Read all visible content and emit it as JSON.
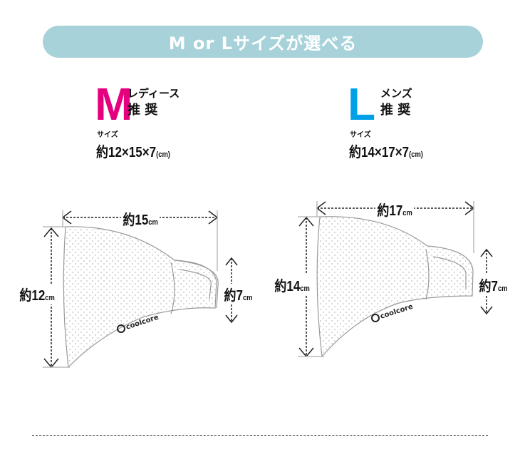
{
  "banner": {
    "title": "M or Lサイズが選べる"
  },
  "sizes": [
    {
      "letter": "M",
      "target": "レディース",
      "recommend": "推 奨",
      "size_label": "サイズ",
      "dimensions": "約12×15×7",
      "unit": "(cm)",
      "width": "約15",
      "height": "約12",
      "depth": "約7",
      "cm": "cm",
      "color": "#e4007f",
      "logo": "coolcore"
    },
    {
      "letter": "L",
      "target": "メンズ",
      "recommend": "推 奨",
      "size_label": "サイズ",
      "dimensions": "約14×17×7",
      "unit": "(cm)",
      "width": "約17",
      "height": "約14",
      "depth": "約7",
      "cm": "cm",
      "color": "#00a0e9",
      "logo": "coolcore"
    }
  ]
}
